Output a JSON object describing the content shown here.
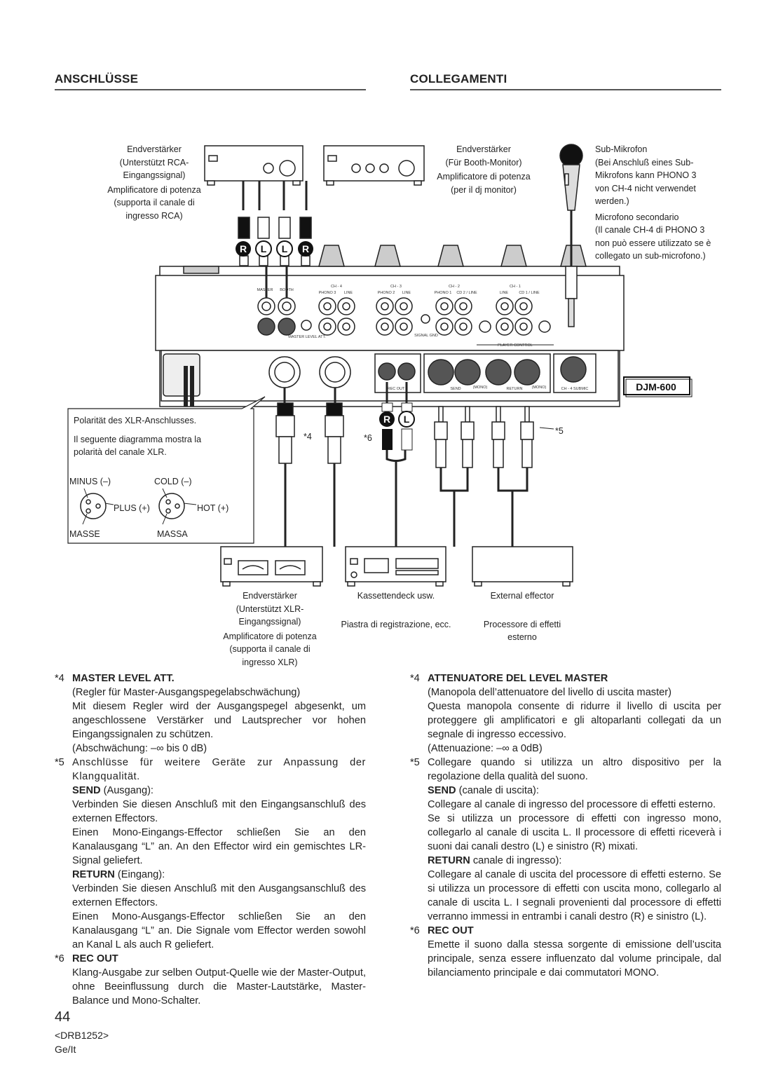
{
  "header": {
    "left_title": "ANSCHLÜSSE",
    "right_title": "COLLEGAMENTI"
  },
  "diagram": {
    "amp_rca": [
      "Endverstärker",
      "(Unterstützt RCA-",
      "Eingangssignal)",
      "Amplificatore di potenza",
      "(supporta il canale di",
      "ingresso RCA)"
    ],
    "amp_booth": [
      "Endverstärker",
      "(Für Booth-Monitor)",
      "Amplificatore di potenza",
      "(per il dj monitor)"
    ],
    "sub_mic": [
      "Sub-Mikrofon",
      "(Bei Anschluß eines Sub-",
      "Mikrofons kann PHONO 3",
      "von CH-4 nicht verwendet",
      "werden.)",
      "Microfono secondario",
      "(Il canale CH-4 di PHONO 3",
      "non può essere utilizzato se è",
      "collegato un sub-microfono.)"
    ],
    "xlr_note": [
      "Polarität des XLR-Anschlusses.",
      "Il seguente diagramma mostra la",
      "polarità del canale XLR."
    ],
    "xlr_labels": {
      "minus": "MINUS (–)",
      "cold": "COLD (–)",
      "plus": "PLUS (+)",
      "hot": "HOT (+)",
      "masse": "MASSE",
      "massa": "MASSA"
    },
    "amp_xlr": [
      "Endverstärker",
      "(Unterstützt XLR-",
      "Eingangssignal)",
      "Amplificatore di potenza",
      "(supporta il canale di",
      "ingresso XLR)"
    ],
    "cassette": [
      "Kassettendeck usw.",
      "Piastra di registrazione, ecc."
    ],
    "effector": [
      "External effector",
      "Processore di effetti",
      "esterno"
    ],
    "model": "DJM-600",
    "marks": {
      "m4": "*4",
      "m5": "*5",
      "m6": "*6"
    },
    "panel": {
      "ch4": "CH - 4",
      "ch3": "CH - 3",
      "ch2": "CH - 2",
      "ch1": "CH - 1",
      "master_out": "MASTER",
      "booth": "BOOTH",
      "phono3": "PHONO 3",
      "line": "LINE",
      "phono2": "PHONO 2",
      "phono1": "PHONO 1",
      "cd2": "CD 2 / LINE",
      "cd1": "CD 1 / LINE",
      "master_level": "MASTER LEVEL ATT.",
      "send": "SEND",
      "return": "RETURN",
      "mono": "(MONO)",
      "rec_out": "REC OUT",
      "submic": "CH - 4 SUBMIC",
      "player_control": "PLAYER CONTROL",
      "signal_gnd": "SIGNAL GND"
    },
    "plug_letters": {
      "r": "R",
      "l": "L"
    }
  },
  "left_col": {
    "n4": "*4",
    "h4": "MASTER LEVEL ATT.",
    "p4a": "(Regler für Master-Ausgangspegelabschwächung)",
    "p4b": "Mit diesem Regler wird der Ausgangspegel abgesenkt, um angeschlossene Verstärker und Lautsprecher vor hohen Eingangssignalen zu schützen.",
    "p4c": "(Abschwächung: –∞ bis 0 dB)",
    "n5": "*5",
    "p5a": "Anschlüsse für weitere Geräte zur Anpassung der Klangqualität.",
    "send_h": "SEND",
    "send_t": " (Ausgang):",
    "p5b": "Verbinden Sie diesen Anschluß mit den Eingangsanschluß des externen Effectors.",
    "p5c": "Einen Mono-Eingangs-Effector schließen Sie an den Kanalausgang “L” an. An den Effector wird ein gemischtes LR-Signal geliefert.",
    "ret_h": "RETURN",
    "ret_t": " (Eingang):",
    "p5d": "Verbinden Sie diesen Anschluß mit den Ausgangsanschluß des externen Effectors.",
    "p5e": "Einen Mono-Ausgangs-Effector schließen Sie an den Kanalausgang “L” an. Die Signale vom Effector werden sowohl an Kanal L als auch R geliefert.",
    "n6": "*6",
    "h6": "REC OUT",
    "p6": "Klang-Ausgabe zur selben Output-Quelle wie der Master-Output, ohne Beeinflussung durch die Master-Lautstärke, Master-Balance und Mono-Schalter."
  },
  "right_col": {
    "n4": "*4",
    "h4": "ATTENUATORE DEL LEVEL MASTER",
    "p4a": "(Manopola dell’attenuatore del livello di uscita master)",
    "p4b": "Questa manopola consente di ridurre il livello di uscita per proteggere gli amplificatori e gli altoparlanti collegati da un segnale di ingresso eccessivo.",
    "p4c": "(Attenuazione: –∞ a 0dB)",
    "n5": "*5",
    "p5a": "Collegare quando si utilizza un altro dispositivo per la regolazione della qualità del suono.",
    "send_h": "SEND",
    "send_t": " (canale di uscita):",
    "p5b": "Collegare al canale di ingresso del processore di effetti esterno.",
    "p5c": "Se si utilizza un processore di effetti con ingresso mono, collegarlo al canale di uscita L. Il processore di effetti riceverà i suoni dai canali destro (L) e sinistro (R) mixati.",
    "ret_h": "RETURN",
    "ret_t": " canale di ingresso):",
    "p5d": "Collegare al canale di uscita del processore di effetti esterno. Se si utilizza un processore di effetti con uscita mono, collegarlo al canale di uscita L. I segnali provenienti dal processore di effetti verranno immessi in entrambi i canali destro (R) e sinistro (L).",
    "n6": "*6",
    "h6": "REC OUT",
    "p6": "Emette il suono dalla stessa sorgente di emissione dell’uscita principale, senza essere influenzato dal volume principale, dal bilanciamento principale e dai commutatori MONO."
  },
  "footer": {
    "page_number": "44",
    "doc_code": "<DRB1252>",
    "lang": "Ge/It"
  }
}
